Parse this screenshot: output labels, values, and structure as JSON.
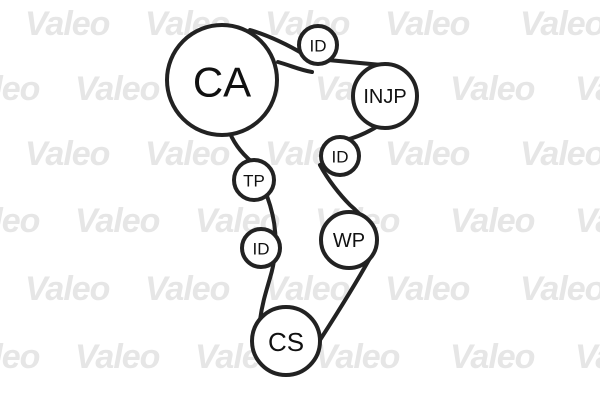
{
  "watermark": {
    "text": "Valeo",
    "color": "#dedede"
  },
  "diagram": {
    "line_color": "#222222",
    "pulleys": {
      "ca": {
        "label": "CA"
      },
      "id_top": {
        "label": "ID"
      },
      "injp": {
        "label": "INJP"
      },
      "id_mid": {
        "label": "ID"
      },
      "tp": {
        "label": "TP"
      },
      "wp": {
        "label": "WP"
      },
      "id_low": {
        "label": "ID"
      },
      "cs": {
        "label": "CS"
      }
    }
  }
}
